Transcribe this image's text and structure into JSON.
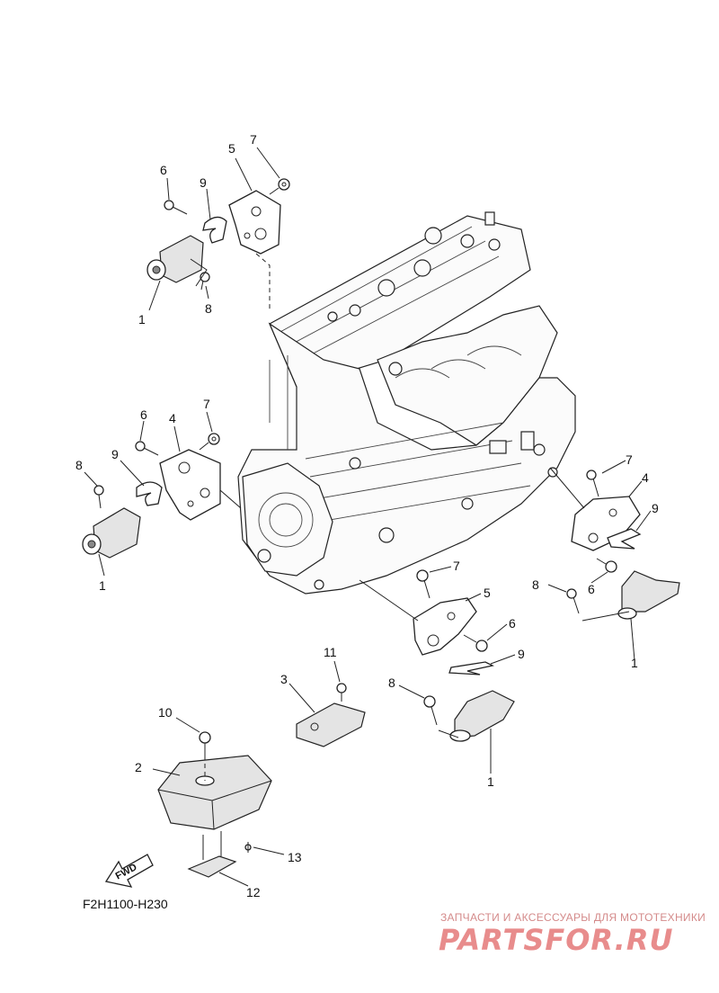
{
  "diagram": {
    "code": "F2H1100-H230",
    "fwd_label": "FWD",
    "callouts": {
      "c1a": "1",
      "c1b": "1",
      "c1c": "1",
      "c1d": "1",
      "c2": "2",
      "c3": "3",
      "c4a": "4",
      "c4b": "4",
      "c5a": "5",
      "c5b": "5",
      "c6a": "6",
      "c6b": "6",
      "c6c": "6",
      "c6d": "6",
      "c7a": "7",
      "c7b": "7",
      "c7c": "7",
      "c7d": "7",
      "c8a": "8",
      "c8b": "8",
      "c8c": "8",
      "c8d": "8",
      "c9a": "9",
      "c9b": "9",
      "c9c": "9",
      "c9d": "9",
      "c10": "10",
      "c11": "11",
      "c12": "12",
      "c13": "13"
    }
  },
  "watermark": {
    "tagline": "ЗАПЧАСТИ И АКСЕССУАРЫ ДЛЯ МОТОТЕХНИКИ",
    "brand": "PARTSFOR.RU"
  }
}
